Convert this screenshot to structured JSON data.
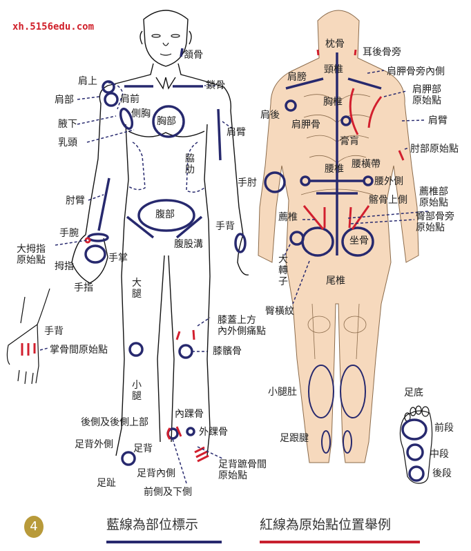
{
  "watermark": "xh.5156edu.com",
  "colors": {
    "blue_marker": "#27296e",
    "red_marker": "#d21f2e",
    "skin_back": "#f6d9bd",
    "badge_gold": "#b89a3a"
  },
  "front_figure": {
    "labels": {
      "jaw": "頷骨",
      "clavicle": "鎖骨",
      "shoulder_top": "肩上",
      "shoulder": "肩部",
      "shoulder_front": "肩前",
      "side_chest": "側胸",
      "chest": "胸部",
      "armpit": "腋下",
      "nipple": "乳頭",
      "upper_arm": "肩臂",
      "ribs": "脇肋",
      "forearm": "肘臂",
      "abdomen": "腹部",
      "groin": "腹股溝",
      "wrist": "手腕",
      "thumb_origin": "大拇指\n原始點",
      "thumb": "拇指",
      "palm": "手掌",
      "fingers": "手指",
      "back_of_hand_right": "手背",
      "thigh": "大腿",
      "calf": "小腿",
      "knee_above": "膝蓋上方\n內外側痛點",
      "patella": "膝髕骨",
      "inner_ankle": "內踝骨",
      "outer_ankle": "外踝骨",
      "back_and_upper_back": "後側及後側上部",
      "foot_outer": "足背外側",
      "foot_top": "足背",
      "foot_inner": "足背內側",
      "toes": "足趾",
      "front_and_lower": "前側及下側",
      "metatarsal_origin": "足背蹠骨間\n原始點"
    }
  },
  "hand_inset": {
    "back_of_hand": "手背",
    "metacarpal_origin": "掌骨間原始點"
  },
  "back_figure": {
    "labels": {
      "occipital": "枕骨",
      "behind_ear": "耳後骨旁",
      "cervical": "頸椎",
      "scapula_inner": "肩胛骨旁內側",
      "shoulder_blade_top": "肩膀",
      "scapula_origin": "肩胛部\n原始點",
      "shoulder_back": "肩後",
      "thoracic": "胸椎",
      "scapula": "肩胛骨",
      "upper_arm": "肩臂",
      "gaohuang": "膏肓",
      "elbow_origin": "肘部原始點",
      "lumbar_band": "腰橫帶",
      "lumbar": "腰椎",
      "elbow": "手肘",
      "waist_side": "腰外側",
      "iliac_upper": "髂骨上側",
      "sacral_origin": "薦椎部\n原始點",
      "sacrum": "薦椎",
      "gluteal_origin": "臀部骨旁\n原始點",
      "ischium": "坐骨",
      "greater_trochanter": "大轉子",
      "coccyx": "尾椎",
      "gluteal_fold": "臀橫紋",
      "calf_belly": "小腿肚",
      "achilles": "足跟腱"
    }
  },
  "sole": {
    "title": "足底",
    "front": "前段",
    "middle": "中段",
    "rear": "後段"
  },
  "legend": {
    "number": "4",
    "blue_text": "藍線為部位標示",
    "red_text": "紅線為原始點位置舉例"
  }
}
